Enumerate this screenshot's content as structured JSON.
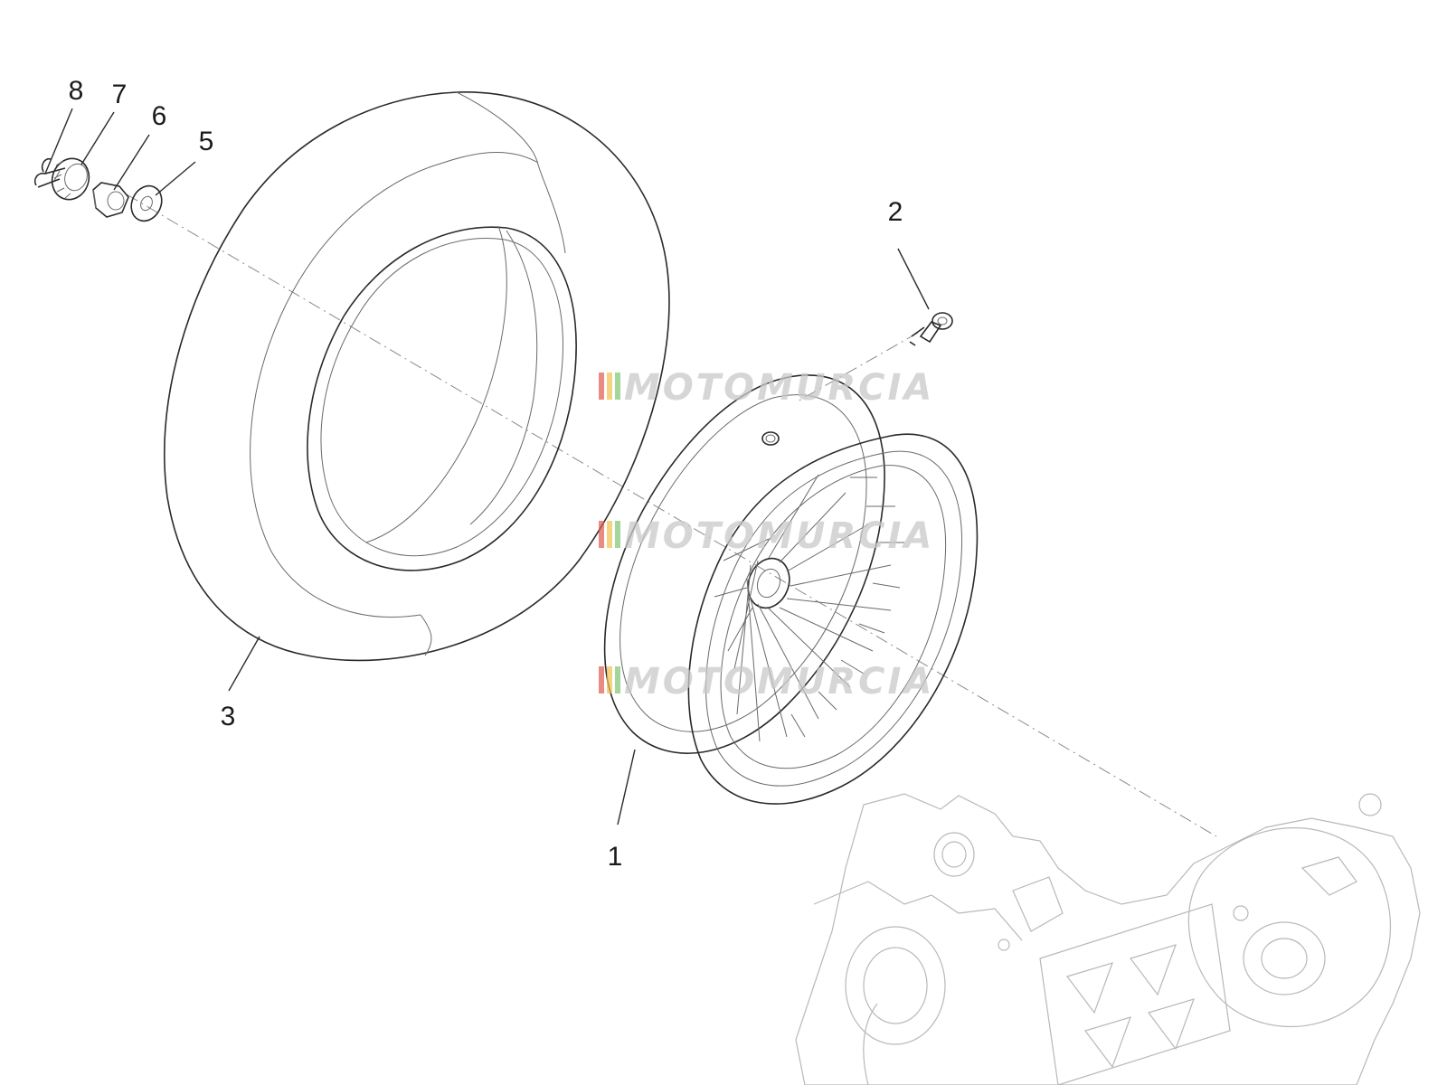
{
  "callouts": [
    {
      "id": "1",
      "label": "1"
    },
    {
      "id": "2",
      "label": "2"
    },
    {
      "id": "3",
      "label": "3"
    },
    {
      "id": "5",
      "label": "5"
    },
    {
      "id": "6",
      "label": "6"
    },
    {
      "id": "7",
      "label": "7"
    },
    {
      "id": "8",
      "label": "8"
    }
  ],
  "watermark": {
    "text": "MOTOMURCIA",
    "stripe_colors": [
      "#e05a4e",
      "#f0c24a",
      "#7cc470"
    ]
  },
  "colors": {
    "line": "#2a2a2a",
    "background_parts": "#b8b8b8",
    "background": "#ffffff"
  }
}
